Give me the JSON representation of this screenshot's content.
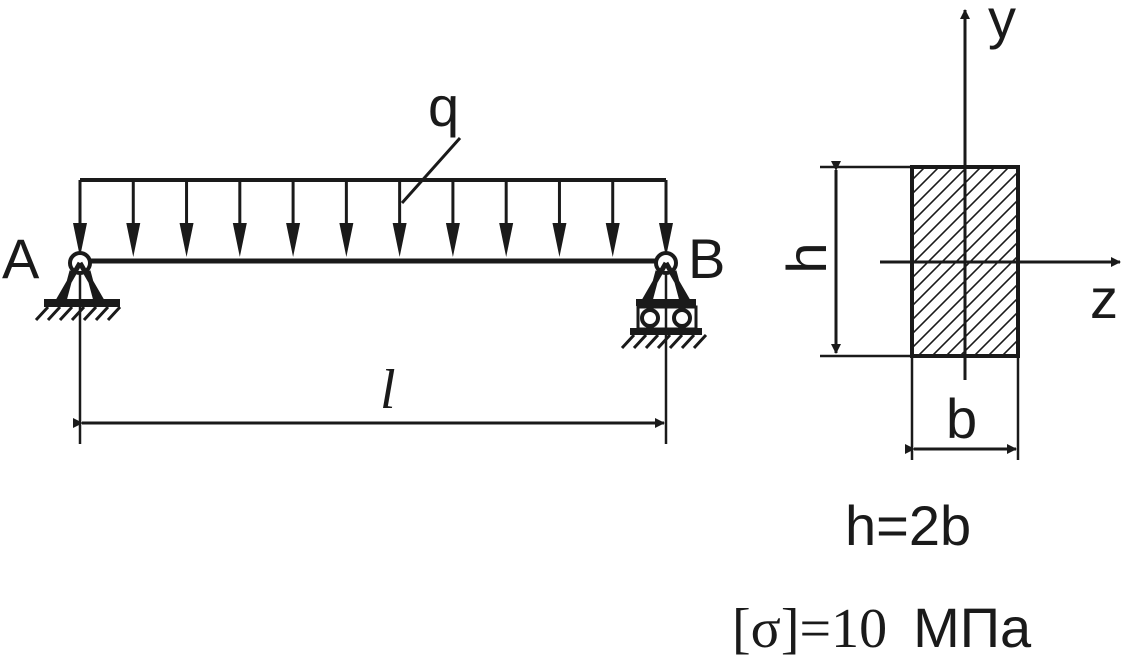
{
  "beam": {
    "load_label": "q",
    "support_left_label": "A",
    "support_right_label": "B",
    "span_label": "l",
    "load_arrow_count": 12
  },
  "section": {
    "axis_y_label": "y",
    "axis_z_label": "z",
    "height_label": "h",
    "width_label": "b",
    "relation": "h=2b",
    "allowable_stress_symbol": "[σ]=10",
    "allowable_stress_unit": "МПа"
  }
}
